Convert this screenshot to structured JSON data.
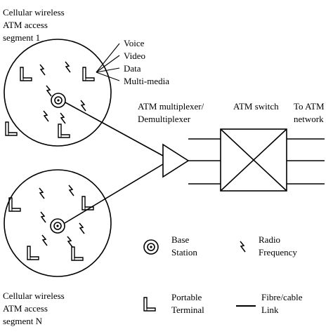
{
  "segment1": {
    "lines": [
      "Cellular wireless",
      "ATM access",
      "segment 1"
    ]
  },
  "segmentN": {
    "lines": [
      "Cellular wireless",
      "ATM access",
      "segment N"
    ]
  },
  "services": [
    "Voice",
    "Video",
    "Data",
    "Multi-media"
  ],
  "multiplexer": {
    "lines": [
      "ATM multiplexer/",
      "Demultiplexer"
    ]
  },
  "atm_switch": {
    "label": "ATM switch"
  },
  "network": {
    "lines": [
      "To ATM",
      "network"
    ]
  },
  "legend": {
    "base_station": [
      "Base",
      "Station"
    ],
    "radio_frequency": [
      "Radio",
      "Frequency"
    ],
    "portable_terminal": [
      "Portable",
      "Terminal"
    ],
    "fibre_link": [
      "Fibre/cable",
      "Link"
    ]
  }
}
